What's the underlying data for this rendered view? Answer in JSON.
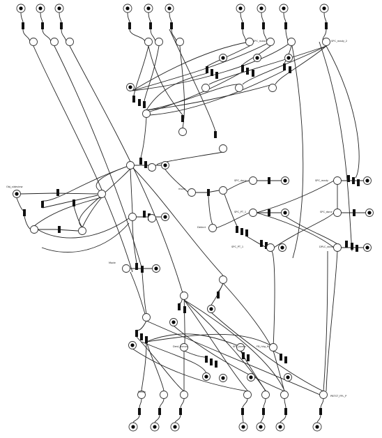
{
  "diagram": {
    "type": "petri-net",
    "colors": {
      "stroke": "#222222",
      "place_fill": "#ffffff",
      "token": "#000000",
      "transition": "#111111",
      "background": "#ffffff"
    },
    "labels": {
      "p_left_side": "Obj_sideview",
      "p_mid_a": "move",
      "p_mid_b": "Detect",
      "p_tr_a": "SPC_make",
      "p_tr_b": "SPC_ready_2",
      "p_r_a": "SPC_done",
      "p_r_b": "SPC_ready",
      "p_r_c": "SPC_PT_1",
      "p_r_d": "SPC_done",
      "p_r_e": "SPC_PT_1",
      "p_r_f": "DPLC_done",
      "p_lm": "Mode",
      "p_bot_a": "Ready",
      "p_bot_b": "Dest_bonus",
      "p_bot_c": "SPL_bonus",
      "p_bot_d": "FB_hkg_M",
      "p_bot_e": "PBTST_FPL_P"
    }
  }
}
